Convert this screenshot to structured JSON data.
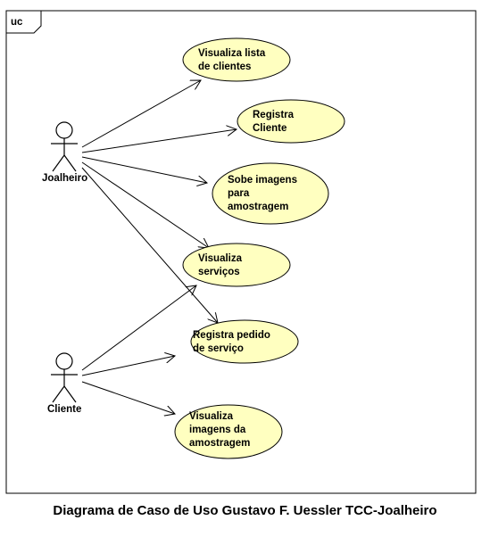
{
  "frame": {
    "tag": "uc"
  },
  "actors": [
    {
      "id": "joalheiro",
      "label": "Joalheiro"
    },
    {
      "id": "cliente",
      "label": "Cliente"
    }
  ],
  "use_cases": [
    {
      "id": "uc1",
      "lines": [
        "Visualiza lista",
        "de clientes"
      ]
    },
    {
      "id": "uc2",
      "lines": [
        "Registra",
        "Cliente"
      ]
    },
    {
      "id": "uc3",
      "lines": [
        "Sobe imagens",
        "para",
        "amostragem"
      ]
    },
    {
      "id": "uc4",
      "lines": [
        "Visualiza",
        "serviços"
      ]
    },
    {
      "id": "uc5",
      "lines": [
        "Registra pedido",
        "de serviço"
      ]
    },
    {
      "id": "uc6",
      "lines": [
        "Visualiza",
        "imagens da",
        "amostragem"
      ]
    }
  ],
  "associations": [
    {
      "from": "joalheiro",
      "to": "uc1"
    },
    {
      "from": "joalheiro",
      "to": "uc2"
    },
    {
      "from": "joalheiro",
      "to": "uc3"
    },
    {
      "from": "joalheiro",
      "to": "uc4"
    },
    {
      "from": "joalheiro",
      "to": "uc5"
    },
    {
      "from": "cliente",
      "to": "uc4"
    },
    {
      "from": "cliente",
      "to": "uc5"
    },
    {
      "from": "cliente",
      "to": "uc6"
    }
  ],
  "colors": {
    "use_case_fill": "#ffffc0",
    "stroke": "#000000",
    "background": "#ffffff"
  },
  "caption": "Diagrama de Caso de Uso Gustavo F. Uessler TCC-Joalheiro"
}
